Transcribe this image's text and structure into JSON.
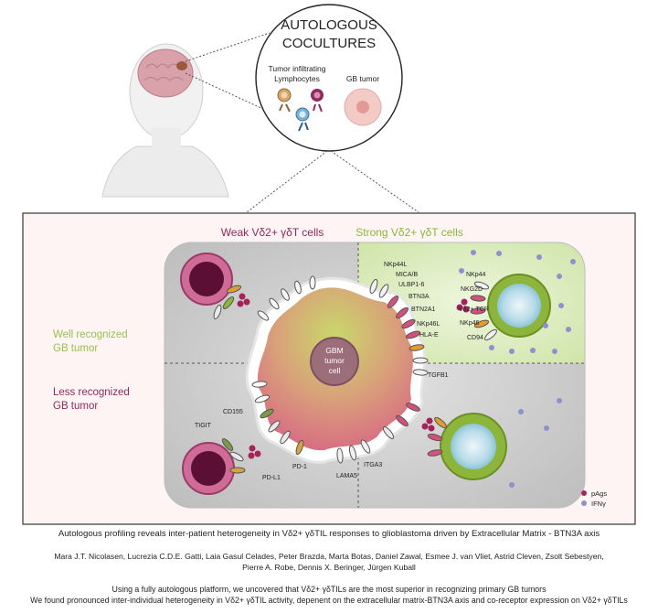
{
  "header": {
    "title_line1": "AUTOLOGOUS",
    "title_line2": "COCULTURES",
    "til_label_line1": "Tumor infiltrating",
    "til_label_line2": "Lymphocytes",
    "gb_label": "GB tumor"
  },
  "panel": {
    "weak_title": "Weak Vδ2+ γδT cells",
    "strong_title": "Strong Vδ2+ γδT cells",
    "well_line1": "Well recognized",
    "well_line2": "GB tumor",
    "less_line1": "Less recognized",
    "less_line2": "GB tumor",
    "gbm_line1": "GBM",
    "gbm_line2": "tumor",
    "gbm_line3": "cell",
    "ligands": [
      "NKp44L",
      "MICA/B",
      "ULBP1-6",
      "BTN3A",
      "BTN2A1",
      "NKp46L",
      "HLA-E",
      "TGFB1"
    ],
    "receptors": [
      "NKp44",
      "NKG2D",
      "Vδ2+ TCR",
      "NKp46",
      "CD94"
    ],
    "lower_labels": [
      "CD155",
      "TIGIT",
      "PD-1",
      "PD-L1",
      "ITGA3",
      "LAMA5"
    ],
    "legend": [
      "pAgs",
      "IFNγ"
    ]
  },
  "colors": {
    "weak": "#8e2a5c",
    "strong": "#8db53c",
    "green_bg": "#d9ebb9",
    "gray_bg": "#cfcfcf",
    "pags": "#a3245a",
    "ifng": "#8f90cf"
  },
  "footer": {
    "caption": "Autologous profiling reveals inter-patient heterogeneity in Vδ2+ γδTIL responses to glioblastoma driven by Extracellular Matrix - BTN3A axis",
    "authors_line1": "Mara J.T. Nicolasen, Lucrezia C.D.E. Gatti, Laia Gasul Celades, Peter Brazda, Marta Botas, Daniel Zawal, Esmee J. van Vliet, Astrid Cleven, Zsolt Sebestyen,",
    "authors_line2": "Pierre A. Robe, Dennis X. Beringer, Jürgen Kuball",
    "finding1": "Using a fully autologous platform, we uncovered that Vδ2+ γδTILs are the most superior in recognizing primary GB tumors",
    "finding2": "We found pronounced inter-individual heterogeneity in Vδ2+ γδTIL activity, depenent on the extracellular matrix-BTN3A axis and co-receptor expression on Vδ2+ γδTILs"
  }
}
